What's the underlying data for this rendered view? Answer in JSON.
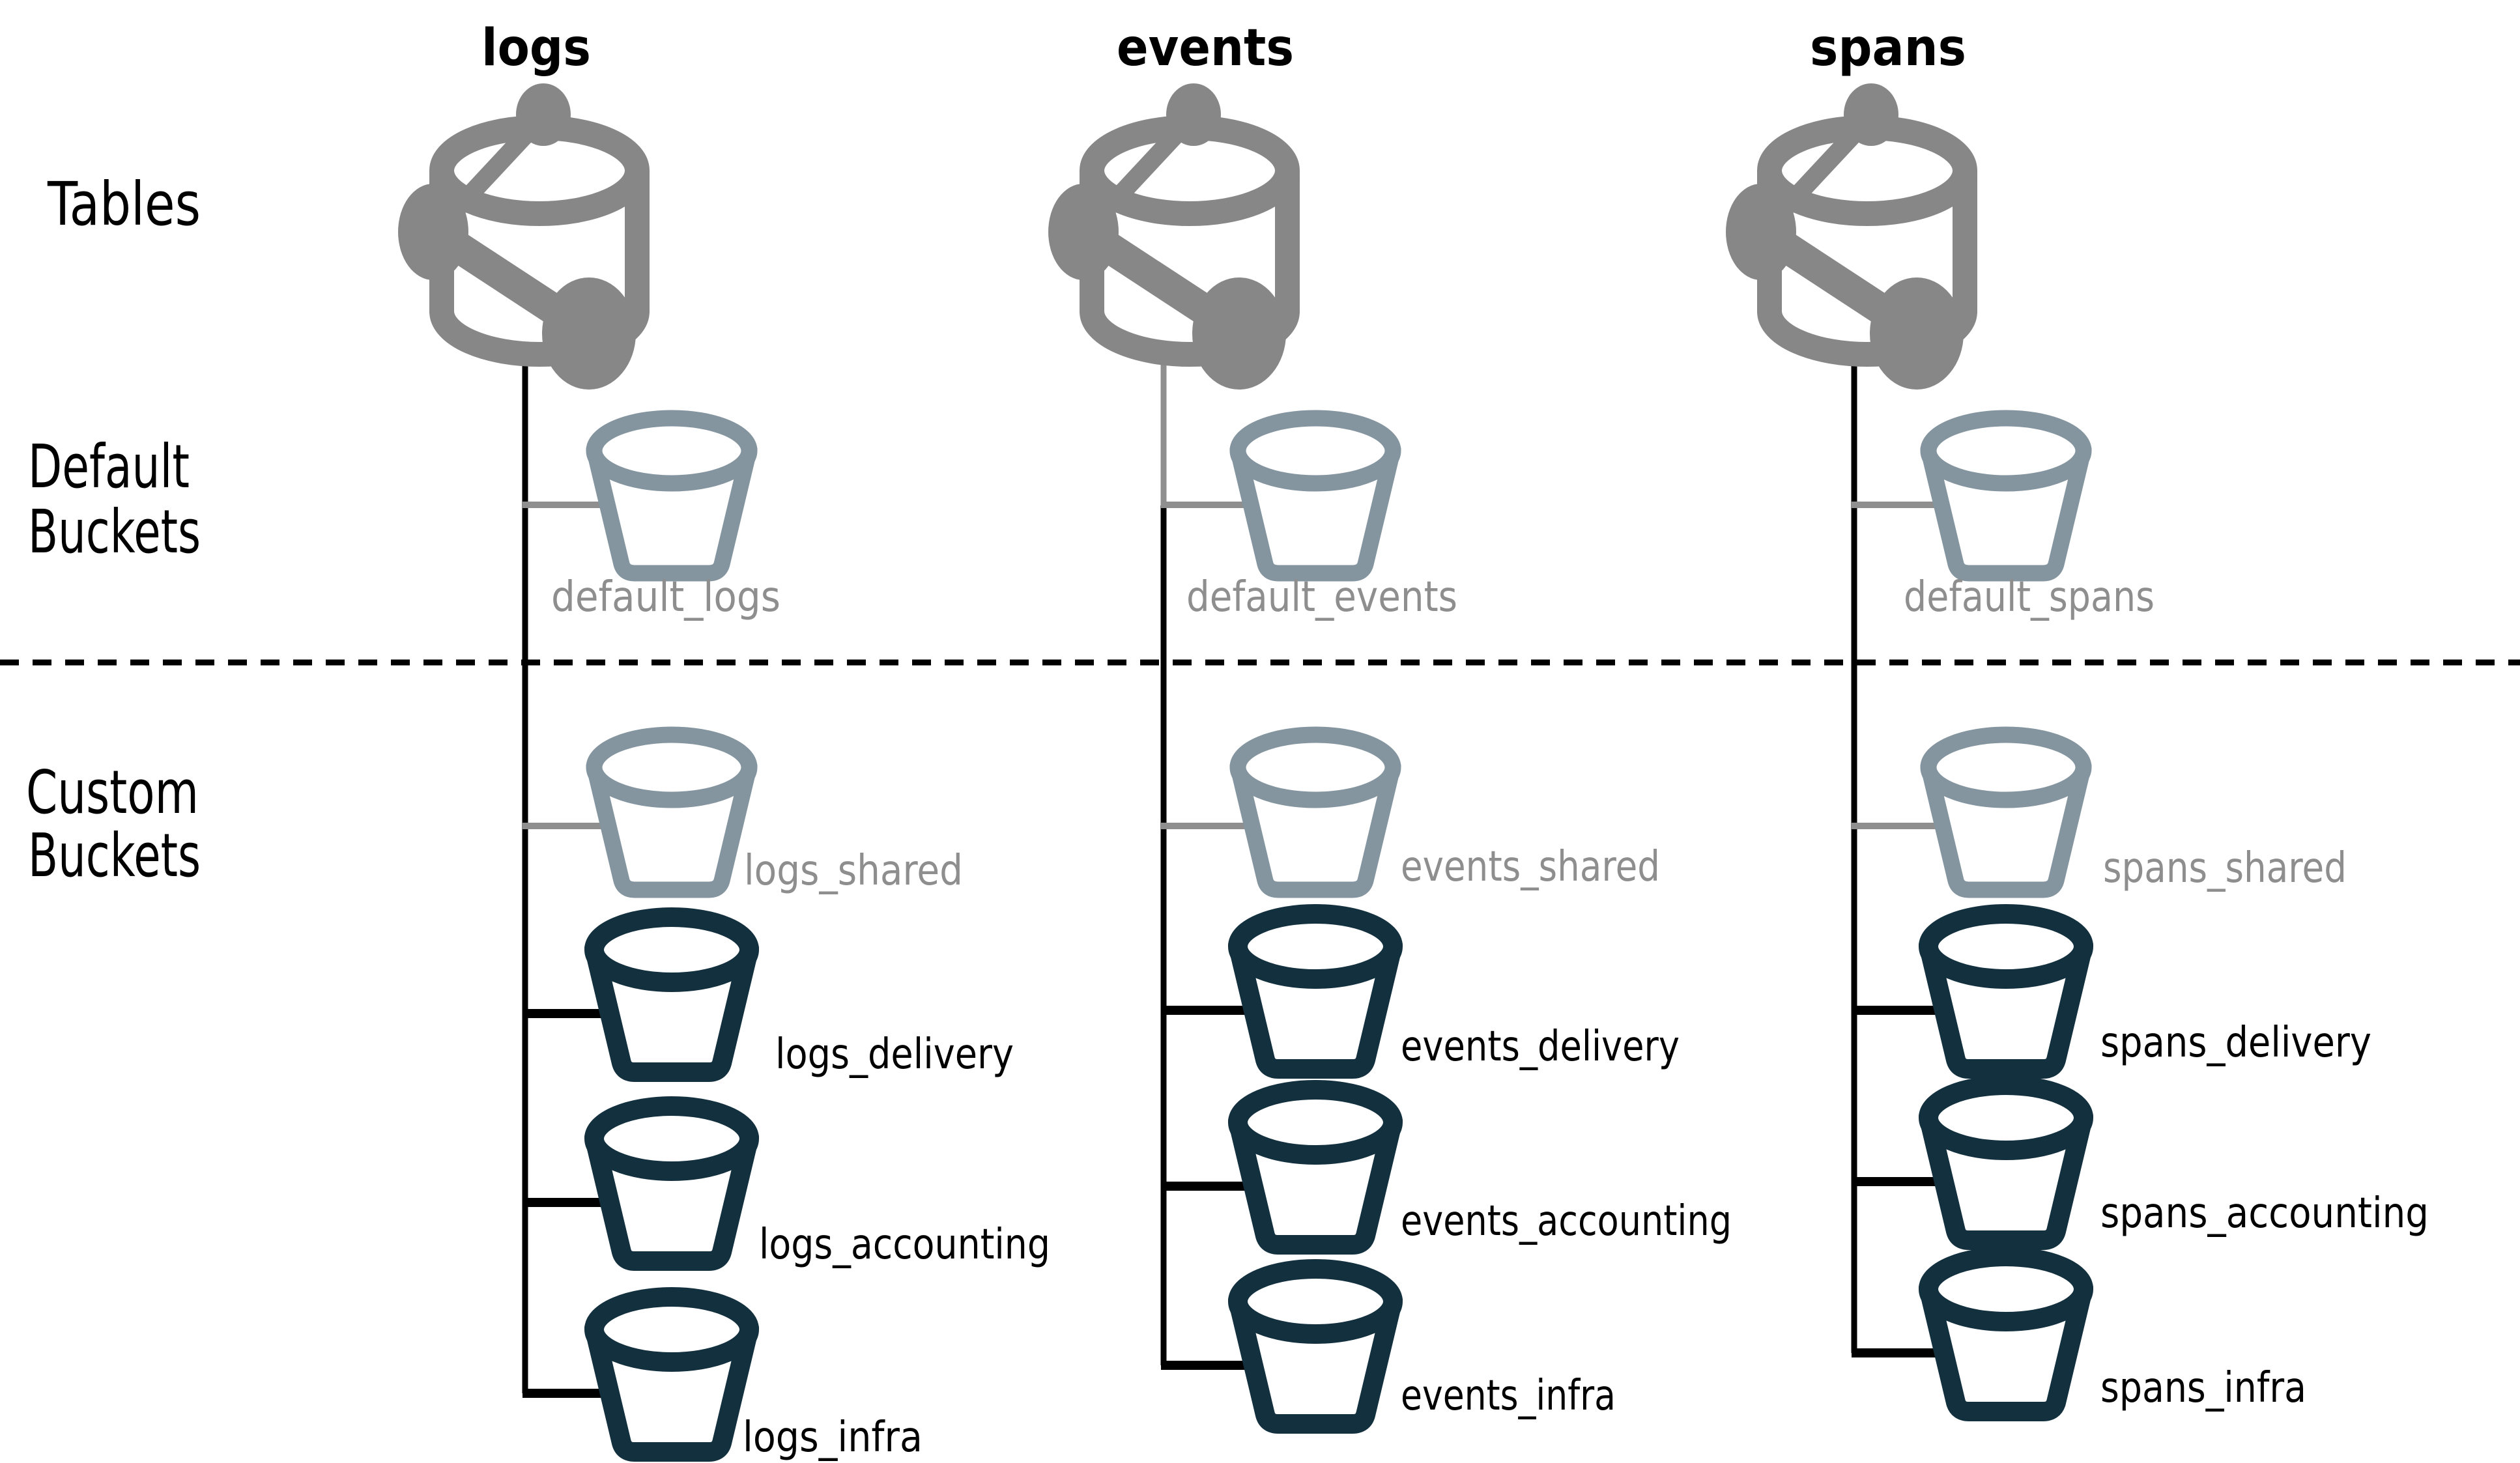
{
  "row_labels": {
    "tables": "Tables",
    "default_buckets_line1": "Default",
    "default_buckets_line2": "Buckets",
    "custom_buckets_line1": "Custom",
    "custom_buckets_line2": "Buckets"
  },
  "columns": [
    {
      "header": "logs",
      "default_bucket": "default_logs",
      "custom_buckets": [
        "logs_shared",
        "logs_delivery",
        "logs_accounting",
        "logs_infra"
      ]
    },
    {
      "header": "events",
      "default_bucket": "default_events",
      "custom_buckets": [
        "events_shared",
        "events_delivery",
        "events_accounting",
        "events_infra"
      ]
    },
    {
      "header": "spans",
      "default_bucket": "default_spans",
      "custom_buckets": [
        "spans_shared",
        "spans_delivery",
        "spans_accounting",
        "spans_infra"
      ]
    }
  ],
  "colors": {
    "background": "#FFFFFF",
    "table_icon": "#878787",
    "default_bucket": "#8495A0",
    "custom_bucket": "#13303F",
    "default_label": "#8E8E8E",
    "custom_label": "#000000",
    "header_text": "#000000",
    "row_label_text": "#000000",
    "connector_black": "#000000",
    "connector_gray": "#8F8F8F",
    "divider": "#000000"
  }
}
